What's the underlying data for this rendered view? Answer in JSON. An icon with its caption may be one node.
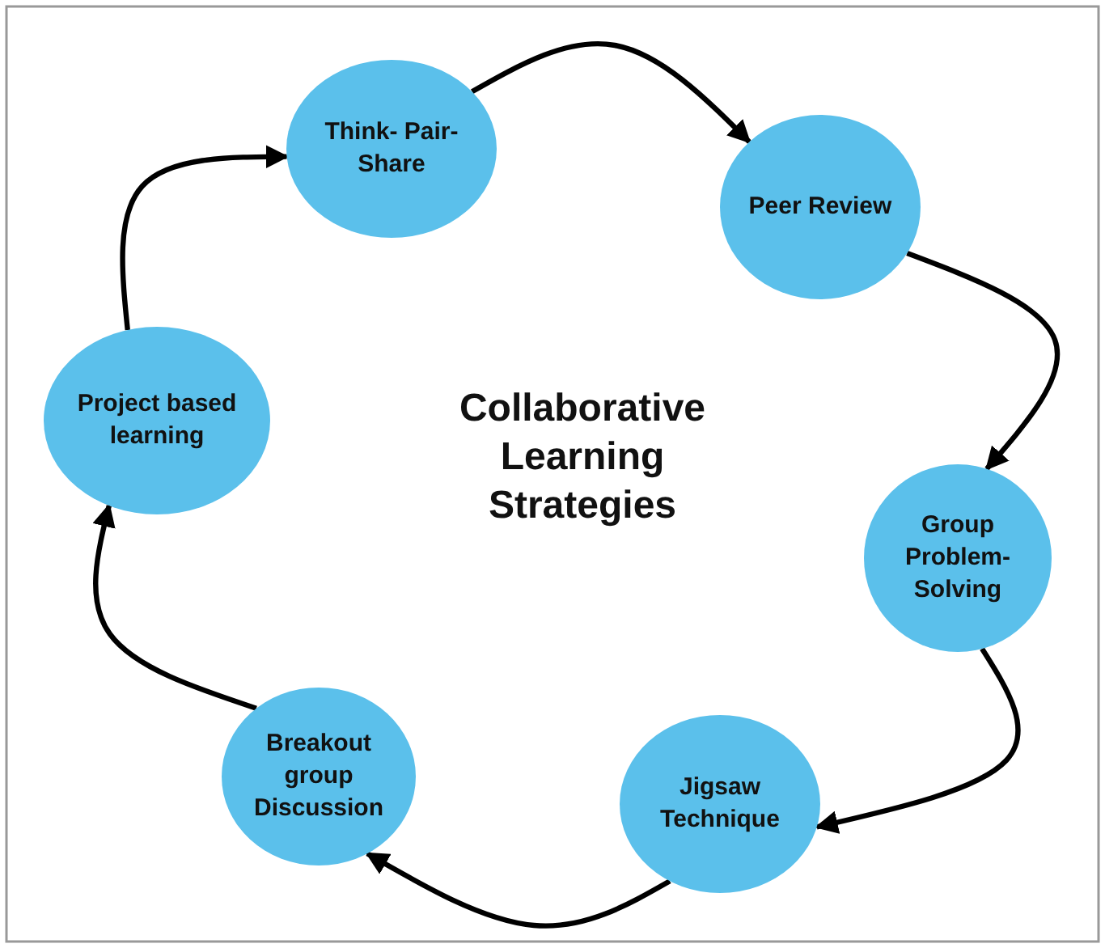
{
  "diagram": {
    "title": "Collaborative Learning Strategies",
    "nodes": [
      {
        "text": [
          "Think- Pair-Share"
        ]
      },
      {
        "text": [
          "Peer Review"
        ]
      },
      {
        "text": [
          "Group Problem- Solving"
        ]
      },
      {
        "text": [
          "Jigsaw Technique"
        ]
      },
      {
        "text": [
          "Breakout group Discussion"
        ]
      },
      {
        "text": [
          "Project based learning"
        ]
      }
    ],
    "edges": [
      {
        "from": 0,
        "to": 1,
        "arrow": "to"
      },
      {
        "from": 1,
        "to": 2,
        "arrow": "to"
      },
      {
        "from": 2,
        "to": 3,
        "arrow": "to"
      },
      {
        "from": 3,
        "to": 4,
        "arrow": "to"
      },
      {
        "from": 4,
        "to": 5,
        "arrow": "to"
      },
      {
        "from": 5,
        "to": 0,
        "arrow": "to"
      }
    ]
  }
}
